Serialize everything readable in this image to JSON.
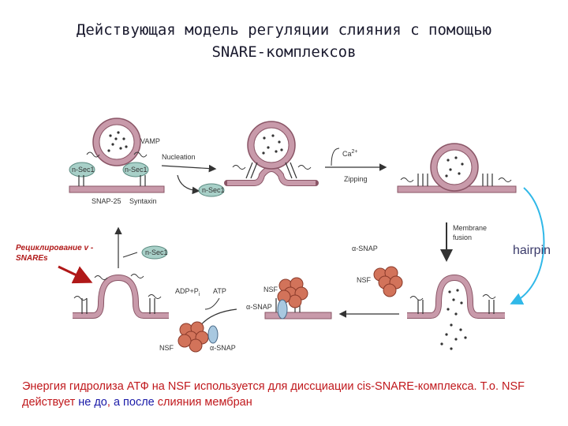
{
  "title": {
    "line1": "Действующая модель регуляции слияния с помощью",
    "line2": "SNARE-комплексов"
  },
  "labels": {
    "vamp": "VAMP",
    "nsec1": "n-Sec1",
    "snap25": "SNAP-25",
    "syntaxin": "Syntaxin",
    "nucleation": "Nucleation",
    "ca": "Ca2+",
    "zipping": "Zipping",
    "membrane_fusion_1": "Membrane",
    "membrane_fusion_2": "fusion",
    "hairpin": "hairpin",
    "alpha_snap": "α-SNAP",
    "nsf": "NSF",
    "adp": "ADP+Pi",
    "atp": "ATP"
  },
  "recycling_note": "Рециклирование v -SNAREs",
  "caption": {
    "part1": "Энергия гидролиза АТФ на NSF используется для диссциации cis-SNARE-комплекса. Т.о. NSF действует ",
    "part2": "не до",
    "part3": ", ",
    "part4": "а после",
    "part5": " слияния мембран"
  },
  "colors": {
    "membrane": "#c89aaa",
    "membrane_edge": "#8a5566",
    "nsec1": "#a8d0c8",
    "nsf": "#d2735a",
    "alpha_snap": "#a8c8e0",
    "hairpin_arrow": "#30b8e8",
    "recycle_arrow": "#b01818"
  }
}
